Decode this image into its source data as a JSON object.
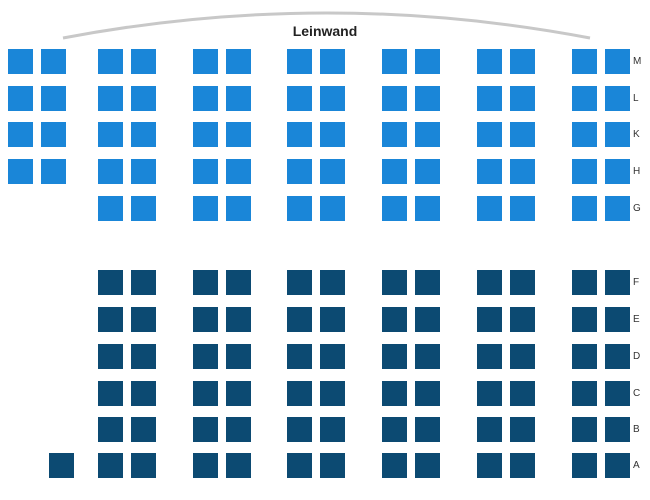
{
  "screen_label": "Leinwand",
  "colors": {
    "parkett": "#1a86d8",
    "loge": "#0c4a72",
    "screen_arc": "#c8c8c8"
  },
  "rows": [
    {
      "label": "M",
      "category": "parkett",
      "blocks": [
        0,
        1,
        2,
        3,
        4,
        5,
        6
      ]
    },
    {
      "label": "L",
      "category": "parkett",
      "blocks": [
        0,
        1,
        2,
        3,
        4,
        5,
        6
      ]
    },
    {
      "label": "K",
      "category": "parkett",
      "blocks": [
        0,
        1,
        2,
        3,
        4,
        5,
        6
      ]
    },
    {
      "label": "H",
      "category": "parkett",
      "blocks": [
        0,
        1,
        2,
        3,
        4,
        5,
        6
      ]
    },
    {
      "label": "G",
      "category": "parkett",
      "blocks": [
        1,
        2,
        3,
        4,
        5,
        6
      ]
    },
    {
      "label": "F",
      "category": "loge",
      "blocks": [
        1,
        2,
        3,
        4,
        5,
        6
      ]
    },
    {
      "label": "E",
      "category": "loge",
      "blocks": [
        1,
        2,
        3,
        4,
        5,
        6
      ]
    },
    {
      "label": "D",
      "category": "loge",
      "blocks": [
        1,
        2,
        3,
        4,
        5,
        6
      ]
    },
    {
      "label": "C",
      "category": "loge",
      "blocks": [
        1,
        2,
        3,
        4,
        5,
        6
      ]
    },
    {
      "label": "B",
      "category": "loge",
      "blocks": [
        1,
        2,
        3,
        4,
        5,
        6
      ]
    },
    {
      "label": "A",
      "category": "loge",
      "blocks": [
        1,
        2,
        3,
        4,
        5,
        6
      ],
      "single_seat_block": 0
    }
  ]
}
